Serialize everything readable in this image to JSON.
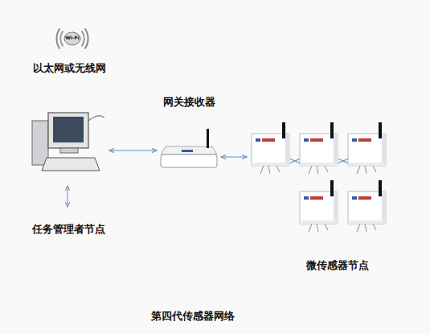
{
  "diagram": {
    "caption": "第四代传感器网络",
    "nodes": [
      {
        "text": [
          "任务管理者节点"
        ]
      },
      {
        "text": [
          "网关接收器"
        ]
      },
      {
        "text": []
      },
      {
        "text": []
      },
      {
        "text": []
      },
      {
        "text": []
      },
      {
        "text": []
      }
    ],
    "edges": [
      {
        "from": 0,
        "to": 1,
        "arrow": "both"
      },
      {
        "from": 1,
        "to": 2,
        "arrow": "both"
      },
      {
        "from": 2,
        "to": 3,
        "arrow": "both"
      },
      {
        "from": 3,
        "to": 4,
        "arrow": "both"
      }
    ],
    "labels": [
      "Wi-Fi",
      "以太网或无线网",
      "微传感器节点"
    ]
  }
}
